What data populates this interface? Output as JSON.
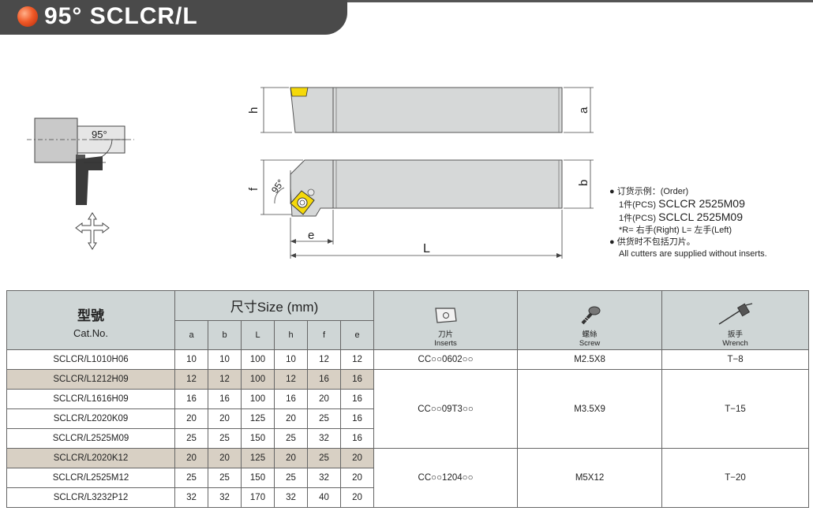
{
  "header": {
    "title": "95° SCLCR/L"
  },
  "diagram": {
    "side_angle": "95°",
    "dim_h": "h",
    "dim_a": "a",
    "dim_f": "f",
    "dim_b": "b",
    "dim_e": "e",
    "dim_L": "L",
    "top_angle": "95°"
  },
  "notes": {
    "order_label": "订货示例：(Order)",
    "line1_pre": "1件(PCS)",
    "line1_code": "SCLCR 2525M09",
    "line2_pre": "1件(PCS)",
    "line2_code": "SCLCL 2525M09",
    "rl_line": "*R= 右手(Right)   L= 左手(Left)",
    "supply_zh": "供货时不包括刀片。",
    "supply_en": "All cutters are supplied without inserts."
  },
  "table": {
    "cat_zh": "型號",
    "cat_en": "Cat.No.",
    "size_title": "尺寸Size (mm)",
    "size_cols": [
      "a",
      "b",
      "L",
      "h",
      "f",
      "e"
    ],
    "inserts_zh": "刀片",
    "inserts_en": "Inserts",
    "screw_zh": "螺絲",
    "screw_en": "Screw",
    "wrench_zh": "扳手",
    "wrench_en": "Wrench",
    "rows": [
      {
        "cat": "SCLCR/L1010H06",
        "a": "10",
        "b": "10",
        "L": "100",
        "h": "10",
        "f": "12",
        "e": "12"
      },
      {
        "cat": "SCLCR/L1212H09",
        "a": "12",
        "b": "12",
        "L": "100",
        "h": "12",
        "f": "16",
        "e": "16"
      },
      {
        "cat": "SCLCR/L1616H09",
        "a": "16",
        "b": "16",
        "L": "100",
        "h": "16",
        "f": "20",
        "e": "16"
      },
      {
        "cat": "SCLCR/L2020K09",
        "a": "20",
        "b": "20",
        "L": "125",
        "h": "20",
        "f": "25",
        "e": "16"
      },
      {
        "cat": "SCLCR/L2525M09",
        "a": "25",
        "b": "25",
        "L": "150",
        "h": "25",
        "f": "32",
        "e": "16"
      },
      {
        "cat": "SCLCR/L2020K12",
        "a": "20",
        "b": "20",
        "L": "125",
        "h": "20",
        "f": "25",
        "e": "20"
      },
      {
        "cat": "SCLCR/L2525M12",
        "a": "25",
        "b": "25",
        "L": "150",
        "h": "25",
        "f": "32",
        "e": "20"
      },
      {
        "cat": "SCLCR/L3232P12",
        "a": "32",
        "b": "32",
        "L": "170",
        "h": "32",
        "f": "40",
        "e": "20"
      }
    ],
    "groups": [
      {
        "insert": "CC○○0602○○",
        "screw": "M2.5X8",
        "wrench": "T−8"
      },
      {
        "insert": "CC○○09T3○○",
        "screw": "M3.5X9",
        "wrench": "T−15"
      },
      {
        "insert": "CC○○1204○○",
        "screw": "M5X12",
        "wrench": "T−20"
      }
    ]
  },
  "colors": {
    "header_bg": "#4a4a4a",
    "table_header": "#cfd6d6",
    "row_highlight": "#d8d0c4",
    "insert_yellow": "#f5d90a"
  }
}
